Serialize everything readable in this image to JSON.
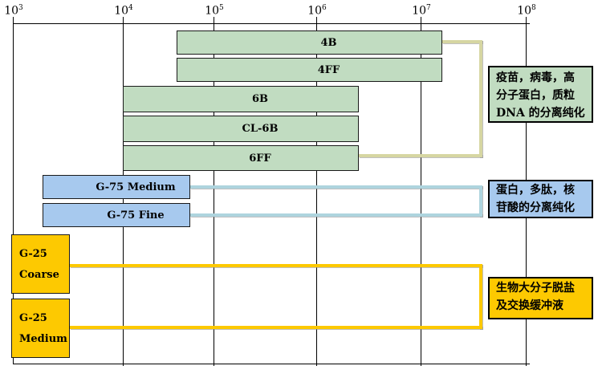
{
  "chart_data": {
    "type": "bar",
    "orientation": "horizontal-range",
    "title": "",
    "x_axis": {
      "scale": "log",
      "range": [
        1000,
        100000000
      ],
      "grid": true,
      "ticks": [
        {
          "base": "10",
          "exp": "3",
          "value": 1000
        },
        {
          "base": "10",
          "exp": "4",
          "value": 10000
        },
        {
          "base": "10",
          "exp": "5",
          "value": 100000
        },
        {
          "base": "10",
          "exp": "6",
          "value": 1000000
        },
        {
          "base": "10",
          "exp": "7",
          "value": 10000000
        },
        {
          "base": "10",
          "exp": "8",
          "value": 100000000
        }
      ]
    },
    "groups": [
      {
        "name": "green-media-group",
        "bar_color": "#c1dcc1",
        "connector_color": "#d6d6a2",
        "application": "疫苗，病毒，高分子蛋白，质粒DNA的分离纯化",
        "application_lines": [
          "疫苗，病毒，高",
          "分子蛋白，质粒",
          "DNA 的分离纯化"
        ],
        "bars": [
          {
            "label": "4B",
            "range": [
              50000,
              20000000
            ]
          },
          {
            "label": "4FF",
            "range": [
              50000,
              20000000
            ]
          },
          {
            "label": "6B",
            "range": [
              10000,
              2500000
            ]
          },
          {
            "label": "CL-6B",
            "range": [
              10000,
              2500000
            ]
          },
          {
            "label": "6FF",
            "range": [
              10000,
              2500000
            ]
          }
        ]
      },
      {
        "name": "blue-media-group",
        "bar_color": "#a7c9ee",
        "connector_color": "#aed4de",
        "application": "蛋白，多肽，核苷酸的分离纯化",
        "application_lines": [
          "蛋白，多肽，核",
          "苷酸的分离纯化"
        ],
        "bars": [
          {
            "label": "G-75 Medium",
            "range": [
              2000,
              55000
            ]
          },
          {
            "label": "G-75 Fine",
            "range": [
              2000,
              55000
            ]
          }
        ]
      },
      {
        "name": "yellow-media-group",
        "bar_color": "#fdc901",
        "connector_color": "#fdc901",
        "application": "生物大分子脱盐及交换缓冲液",
        "application_lines": [
          "生物大分子脱盐",
          "及交换缓冲液"
        ],
        "bars": [
          {
            "label": "G-25 Coarse",
            "label_lines": [
              "G-25",
              "Coarse"
            ],
            "range": [
              1000,
              3500
            ]
          },
          {
            "label": "G-25 Medium",
            "label_lines": [
              "G-25",
              "Medium"
            ],
            "range": [
              1000,
              3500
            ]
          }
        ]
      }
    ],
    "colors": {
      "axis": "#000000",
      "green_bar": "#c1dcc1",
      "blue_bar": "#a7c9ee",
      "yellow_bar": "#fdc901",
      "green_connector": "#d6d6a2",
      "blue_connector": "#aed4de",
      "yellow_connector": "#fdc901"
    }
  }
}
